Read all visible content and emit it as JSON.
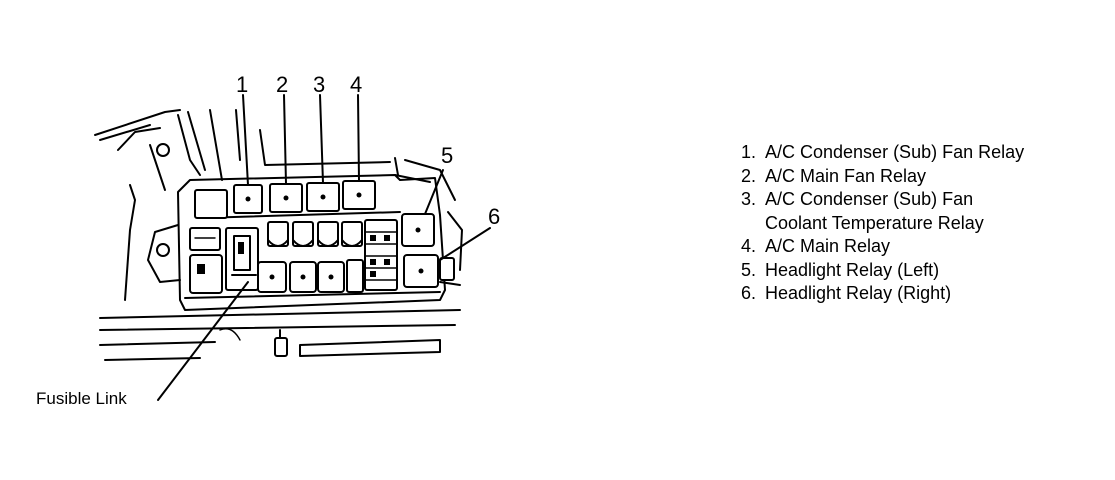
{
  "callouts": [
    "1",
    "2",
    "3",
    "4",
    "5",
    "6"
  ],
  "fusible_link_label": "Fusible Link",
  "legend": [
    {
      "num": "1.",
      "text": "A/C Condenser (Sub) Fan Relay"
    },
    {
      "num": "2.",
      "text": "A/C Main Fan Relay"
    },
    {
      "num": "3.",
      "text": "A/C Condenser (Sub) Fan",
      "continuation": "Coolant Temperature Relay"
    },
    {
      "num": "4.",
      "text": "A/C Main Relay"
    },
    {
      "num": "5.",
      "text": "Headlight Relay (Left)"
    },
    {
      "num": "6.",
      "text": "Headlight Relay (Right)"
    }
  ]
}
